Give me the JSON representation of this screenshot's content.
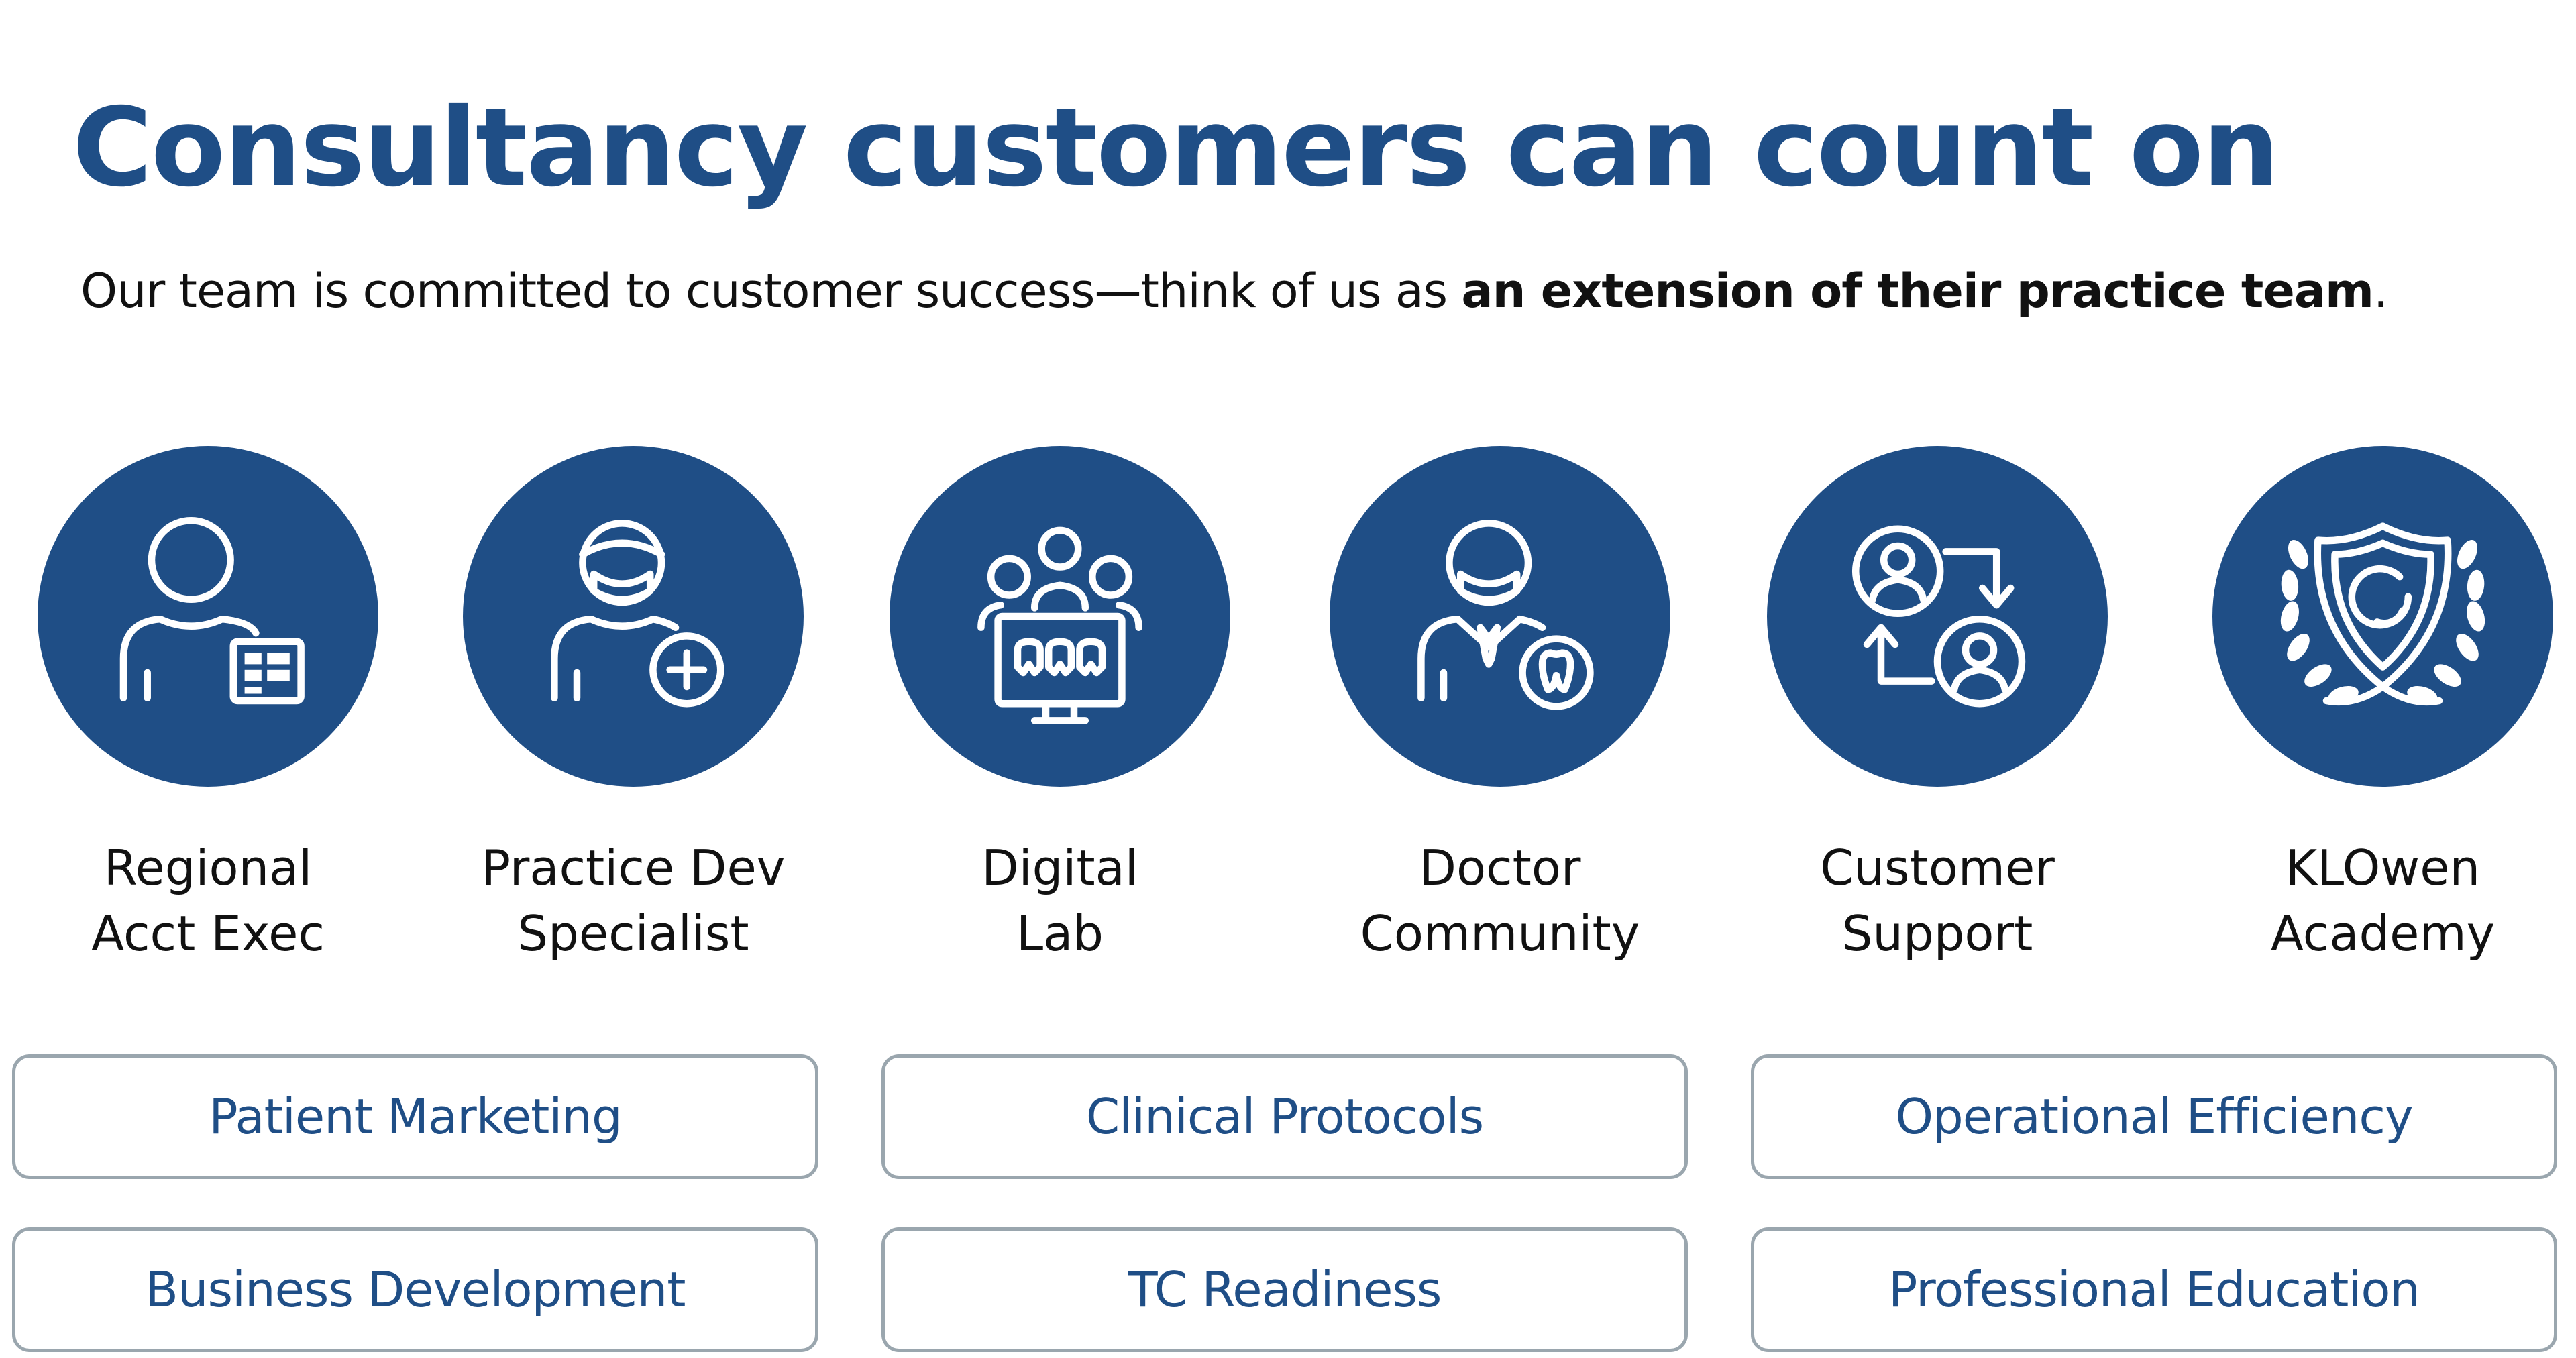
{
  "header": {
    "title": "Consultancy customers can count on",
    "subtitle_pre": "Our team is committed to customer success—think of us as ",
    "subtitle_bold": "an extension of their practice team",
    "subtitle_post": "."
  },
  "roles": [
    {
      "line1": "Regional",
      "line2": "Acct Exec",
      "icon": "person-with-card-icon"
    },
    {
      "line1": "Practice Dev",
      "line2": "Specialist",
      "icon": "masked-person-plus-icon"
    },
    {
      "line1": "Digital",
      "line2": "Lab",
      "icon": "group-with-monitor-teeth-icon"
    },
    {
      "line1": "Doctor",
      "line2": "Community",
      "icon": "doctor-with-tooth-icon"
    },
    {
      "line1": "Customer",
      "line2": "Support",
      "icon": "people-exchange-arrows-icon"
    },
    {
      "line1": "KLOwen",
      "line2": "Academy",
      "icon": "shield-laurel-icon"
    }
  ],
  "services": [
    "Patient Marketing",
    "Clinical Protocols",
    "Operational Efficiency",
    "Business Development",
    "TC Readiness",
    "Professional Education"
  ],
  "colors": {
    "brand_blue": "#1f4e86",
    "border_gray": "#9aa6ae",
    "text_dark": "#111111"
  }
}
